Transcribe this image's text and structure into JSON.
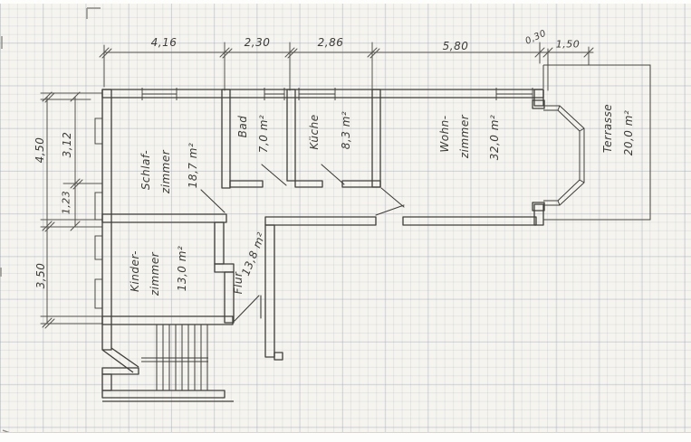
{
  "rooms": {
    "schlafzimmer": {
      "name_line1": "Schlaf-",
      "name_line2": "zimmer",
      "area": "18,7 m²"
    },
    "bad": {
      "name": "Bad",
      "area": "7,0 m²"
    },
    "kueche": {
      "name": "Küche",
      "area": "8,3 m²"
    },
    "wohnzimmer": {
      "name_line1": "Wohn-",
      "name_line2": "zimmer",
      "area": "32,0 m²"
    },
    "kinderzimmer": {
      "name_line1": "Kinder-",
      "name_line2": "zimmer",
      "area": "13,0 m²"
    },
    "flur": {
      "name": "Flur",
      "area": "13,8 m²"
    },
    "terrasse": {
      "name": "Terrasse",
      "area": "20,0 m²"
    }
  },
  "dimensions": {
    "top": [
      "4,16",
      "2,30",
      "2,86",
      "5,80",
      "0,30",
      "1,50"
    ],
    "left": [
      "4,50",
      "3,12",
      "1,23",
      "3,50"
    ]
  },
  "colors": {
    "ink": "#45443f",
    "paper": "#f6f4ee",
    "grid": "#d6dae0"
  }
}
